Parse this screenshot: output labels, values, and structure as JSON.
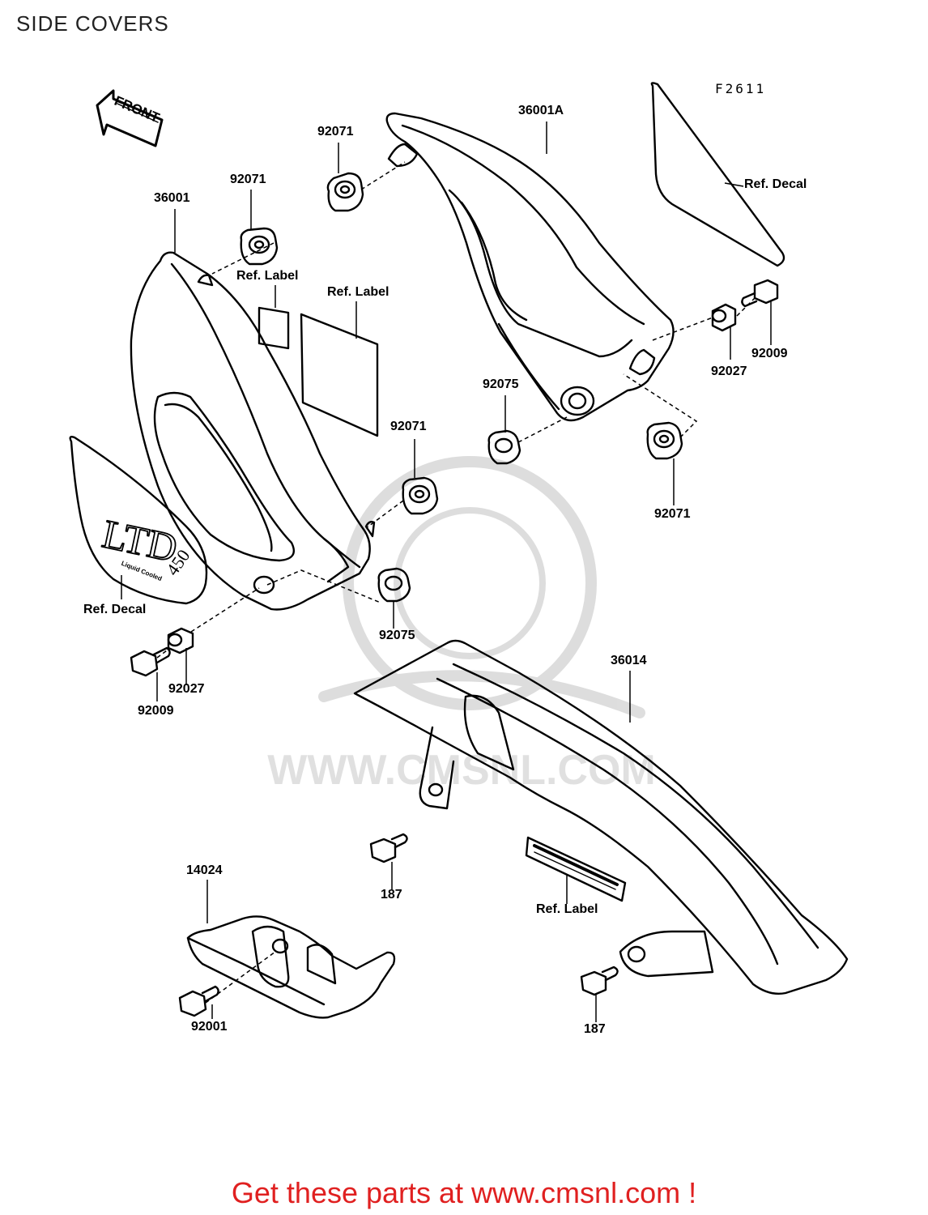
{
  "page": {
    "title": "SIDE COVERS",
    "figure_id": "F2611",
    "front_arrow_label": "FRONT",
    "watermark_text": "WWW.CMSNL.COM",
    "promo": "Get these parts at www.cmsnl.com !"
  },
  "decal": {
    "logo_text": "LTD",
    "logo_number": "450",
    "logo_subtext": "Liquid Cooled"
  },
  "callouts": {
    "c36001A": "36001A",
    "c36001": "36001",
    "c92071_top": "92071",
    "c92071_left": "92071",
    "c92071_mid": "92071",
    "c92071_right": "92071",
    "ref_label_1": "Ref. Label",
    "ref_label_2": "Ref. Label",
    "ref_decal_right": "Ref. Decal",
    "ref_decal_left": "Ref. Decal",
    "c92075_right": "92075",
    "c92075_left": "92075",
    "c92027_right": "92027",
    "c92009_right": "92009",
    "c92027_left": "92027",
    "c92009_left": "92009",
    "c36014": "36014",
    "c187_top": "187",
    "c187_bottom": "187",
    "ref_label_chain": "Ref. Label",
    "c14024": "14024",
    "c92001": "92001"
  }
}
